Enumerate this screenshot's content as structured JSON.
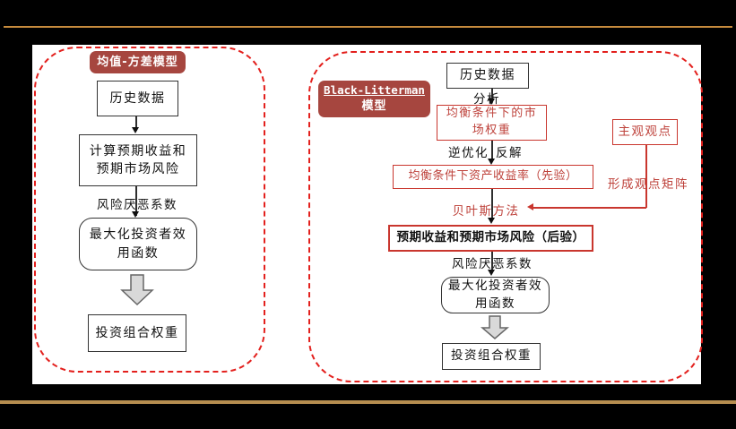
{
  "colors": {
    "background": "#000000",
    "figure_background": "#FFFFFF",
    "gold_line_top": "#C68B3D",
    "gold_line_bottom": "#B68D4F",
    "badge_background": "#A6463F",
    "badge_text": "#FFFFFF",
    "red_accent": "#C9362E",
    "dashed_border": "#E3201D",
    "box_border": "#333333",
    "block_arrow_fill": "#D9D9D9"
  },
  "left": {
    "badge": "均值-方差模型",
    "history": "历史数据",
    "calc": "计算预期收益和预期市场风险",
    "risk_aversion": "风险厌恶系数",
    "maximize": "最大化投资者效用函数",
    "weights": "投资组合权重"
  },
  "right": {
    "badge_line1": "Black-Litterman",
    "badge_line2": "模型",
    "history": "历史数据",
    "analyze": "分析",
    "eq_weights": "均衡条件下的市场权重",
    "inverse_opt": "逆优化",
    "back_solve": "反解",
    "prior": "均衡条件下资产收益率（先验）",
    "bayes": "贝叶斯方法",
    "posterior": "预期收益和预期市场风险（后验）",
    "risk_aversion": "风险厌恶系数",
    "maximize": "最大化投资者效用函数",
    "weights": "投资组合权重",
    "subjective": "主观观点",
    "view_matrix": "形成观点矩阵"
  }
}
